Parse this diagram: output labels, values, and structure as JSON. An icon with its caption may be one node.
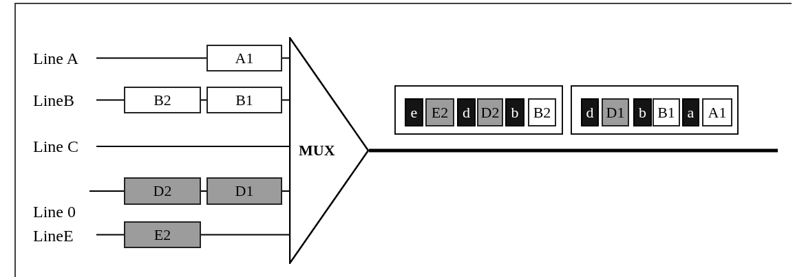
{
  "diagram": {
    "nodes": [
      {
        "text": [
          "Line A"
        ]
      },
      {
        "text": [
          "LineB"
        ]
      },
      {
        "text": [
          "Line C"
        ]
      },
      {
        "text": [
          "Line 0"
        ]
      },
      {
        "text": [
          "LineE"
        ]
      },
      {
        "text": [
          "A1"
        ]
      },
      {
        "text": [
          "B2"
        ]
      },
      {
        "text": [
          "B1"
        ]
      },
      {
        "text": [
          "D2"
        ]
      },
      {
        "text": [
          "D1"
        ]
      },
      {
        "text": [
          "E2"
        ]
      },
      {
        "text": [
          "MUX"
        ]
      },
      {
        "text": [],
        "shape": "box"
      },
      {
        "text": [
          "e"
        ],
        "in": 12
      },
      {
        "text": [
          "E2"
        ],
        "in": 12
      },
      {
        "text": [
          "d"
        ],
        "in": 12
      },
      {
        "text": [
          "D2"
        ],
        "in": 12
      },
      {
        "text": [
          "b"
        ],
        "in": 12
      },
      {
        "text": [
          "B2"
        ],
        "in": 12
      },
      {
        "text": [],
        "shape": "box"
      },
      {
        "text": [
          "d"
        ],
        "in": 19
      },
      {
        "text": [
          "D1"
        ],
        "in": 19
      },
      {
        "text": [
          "b"
        ],
        "in": 19
      },
      {
        "text": [
          "B1"
        ],
        "in": 19
      },
      {
        "text": [
          "a"
        ],
        "in": 19
      },
      {
        "text": [
          "A1"
        ],
        "in": 19
      }
    ],
    "edges": [
      {
        "from": 0,
        "to": 5,
        "arrow": "none"
      },
      {
        "from": 5,
        "to": 11,
        "arrow": "none"
      },
      {
        "from": 1,
        "to": 6,
        "arrow": "none"
      },
      {
        "from": 6,
        "to": 7,
        "arrow": "none"
      },
      {
        "from": 7,
        "to": 11,
        "arrow": "none"
      },
      {
        "from": 2,
        "to": 11,
        "arrow": "none"
      },
      {
        "from": 3,
        "to": 8,
        "arrow": "none"
      },
      {
        "from": 8,
        "to": 9,
        "arrow": "none"
      },
      {
        "from": 9,
        "to": 11,
        "arrow": "none"
      },
      {
        "from": 4,
        "to": 10,
        "arrow": "none"
      },
      {
        "from": 10,
        "to": 11,
        "arrow": "none"
      },
      {
        "from": 11,
        "to": null,
        "arrow": "none",
        "style": "thick"
      }
    ]
  }
}
